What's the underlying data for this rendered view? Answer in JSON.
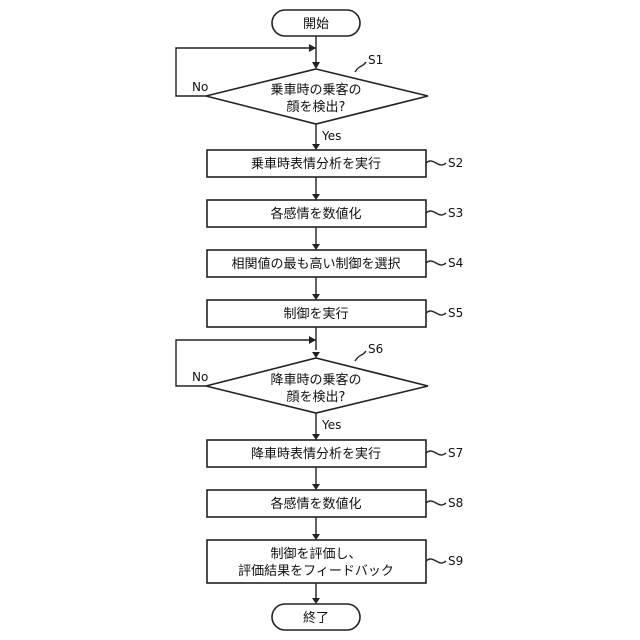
{
  "flowchart": {
    "start": "開始",
    "end": "終了",
    "steps": [
      {
        "id": "S1",
        "lines": [
          "乗車時の乗客の",
          "顔を検出?"
        ]
      },
      {
        "id": "S2",
        "lines": [
          "乗車時表情分析を実行"
        ]
      },
      {
        "id": "S3",
        "lines": [
          "各感情を数値化"
        ]
      },
      {
        "id": "S4",
        "lines": [
          "相関値の最も高い制御を選択"
        ]
      },
      {
        "id": "S5",
        "lines": [
          "制御を実行"
        ]
      },
      {
        "id": "S6",
        "lines": [
          "降車時の乗客の",
          "顔を検出?"
        ]
      },
      {
        "id": "S7",
        "lines": [
          "降車時表情分析を実行"
        ]
      },
      {
        "id": "S8",
        "lines": [
          "各感情を数値化"
        ]
      },
      {
        "id": "S9",
        "lines": [
          "制御を評価し、",
          "評価結果をフィードバック"
        ]
      }
    ],
    "yes_label": "Yes",
    "no_label": "No"
  }
}
